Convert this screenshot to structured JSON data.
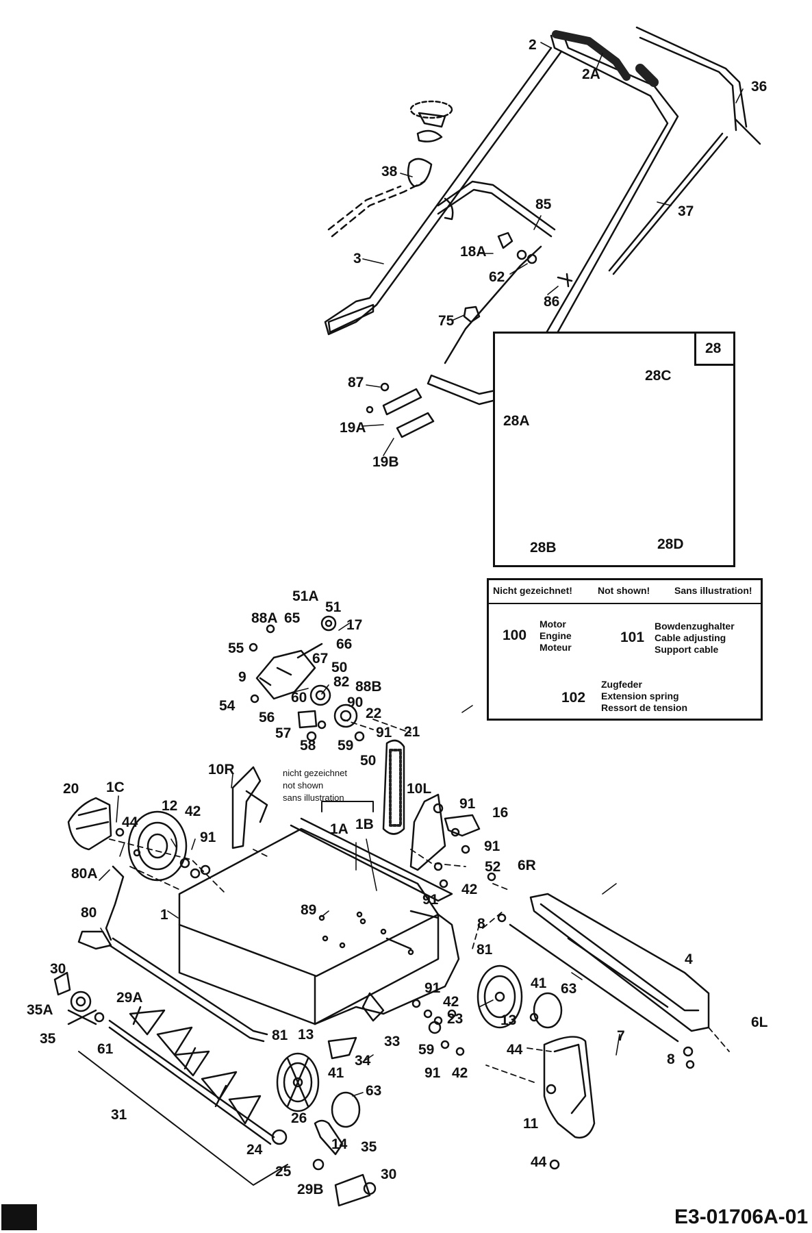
{
  "labels": [
    {
      "id": "p2",
      "text": "2"
    },
    {
      "id": "p2a",
      "text": "2A"
    },
    {
      "id": "p36",
      "text": "36"
    },
    {
      "id": "p38",
      "text": "38"
    },
    {
      "id": "p37",
      "text": "37"
    },
    {
      "id": "p85",
      "text": "85"
    },
    {
      "id": "p18a",
      "text": "18A"
    },
    {
      "id": "p3",
      "text": "3"
    },
    {
      "id": "p62",
      "text": "62"
    },
    {
      "id": "p86",
      "text": "86"
    },
    {
      "id": "p75",
      "text": "75"
    },
    {
      "id": "p87",
      "text": "87"
    },
    {
      "id": "p19a",
      "text": "19A"
    },
    {
      "id": "p19b",
      "text": "19B"
    },
    {
      "id": "p28c",
      "text": "28C"
    },
    {
      "id": "p28a",
      "text": "28A"
    },
    {
      "id": "p28b",
      "text": "28B"
    },
    {
      "id": "p28d",
      "text": "28D"
    },
    {
      "id": "p51a",
      "text": "51A"
    },
    {
      "id": "p51",
      "text": "51"
    },
    {
      "id": "p88a",
      "text": "88A"
    },
    {
      "id": "p65",
      "text": "65"
    },
    {
      "id": "p17",
      "text": "17"
    },
    {
      "id": "p55",
      "text": "55"
    },
    {
      "id": "p66",
      "text": "66"
    },
    {
      "id": "p67",
      "text": "67"
    },
    {
      "id": "p50a",
      "text": "50"
    },
    {
      "id": "p9",
      "text": "9"
    },
    {
      "id": "p82",
      "text": "82"
    },
    {
      "id": "p88b",
      "text": "88B"
    },
    {
      "id": "p60",
      "text": "60"
    },
    {
      "id": "p90",
      "text": "90"
    },
    {
      "id": "p54",
      "text": "54"
    },
    {
      "id": "p22",
      "text": "22"
    },
    {
      "id": "p56",
      "text": "56"
    },
    {
      "id": "p57",
      "text": "57"
    },
    {
      "id": "p91a",
      "text": "91"
    },
    {
      "id": "p58",
      "text": "58"
    },
    {
      "id": "p59a",
      "text": "59"
    },
    {
      "id": "p21",
      "text": "21"
    },
    {
      "id": "p50b",
      "text": "50"
    },
    {
      "id": "p10r",
      "text": "10R"
    },
    {
      "id": "p20",
      "text": "20"
    },
    {
      "id": "p1c",
      "text": "1C"
    },
    {
      "id": "p12",
      "text": "12"
    },
    {
      "id": "p42a",
      "text": "42"
    },
    {
      "id": "p44a",
      "text": "44"
    },
    {
      "id": "p91b",
      "text": "91"
    },
    {
      "id": "p10l",
      "text": "10L"
    },
    {
      "id": "p91c",
      "text": "91"
    },
    {
      "id": "p16",
      "text": "16"
    },
    {
      "id": "p1a",
      "text": "1A"
    },
    {
      "id": "p1b",
      "text": "1B"
    },
    {
      "id": "p91d",
      "text": "91"
    },
    {
      "id": "p52",
      "text": "52"
    },
    {
      "id": "p6r",
      "text": "6R"
    },
    {
      "id": "p80a",
      "text": "80A"
    },
    {
      "id": "p42b",
      "text": "42"
    },
    {
      "id": "p91e",
      "text": "91"
    },
    {
      "id": "p80",
      "text": "80"
    },
    {
      "id": "p1",
      "text": "1"
    },
    {
      "id": "p89",
      "text": "89"
    },
    {
      "id": "p8a",
      "text": "8"
    },
    {
      "id": "p81a",
      "text": "81"
    },
    {
      "id": "p4",
      "text": "4"
    },
    {
      "id": "p30a",
      "text": "30"
    },
    {
      "id": "p29a",
      "text": "29A"
    },
    {
      "id": "p35aa",
      "text": "35A"
    },
    {
      "id": "p41a",
      "text": "41"
    },
    {
      "id": "p91f",
      "text": "91"
    },
    {
      "id": "p42c",
      "text": "42"
    },
    {
      "id": "p63a",
      "text": "63"
    },
    {
      "id": "p35a",
      "text": "35"
    },
    {
      "id": "p23",
      "text": "23"
    },
    {
      "id": "p13a",
      "text": "13"
    },
    {
      "id": "p61",
      "text": "61"
    },
    {
      "id": "p81b",
      "text": "81"
    },
    {
      "id": "p13b",
      "text": "13"
    },
    {
      "id": "p33",
      "text": "33"
    },
    {
      "id": "p7",
      "text": "7"
    },
    {
      "id": "p6l",
      "text": "6L"
    },
    {
      "id": "p34",
      "text": "34"
    },
    {
      "id": "p59b",
      "text": "59"
    },
    {
      "id": "p44b",
      "text": "44"
    },
    {
      "id": "p91g",
      "text": "91"
    },
    {
      "id": "p42d",
      "text": "42"
    },
    {
      "id": "p8b",
      "text": "8"
    },
    {
      "id": "p41b",
      "text": "41"
    },
    {
      "id": "p63b",
      "text": "63"
    },
    {
      "id": "p31",
      "text": "31"
    },
    {
      "id": "p26",
      "text": "26"
    },
    {
      "id": "p11",
      "text": "11"
    },
    {
      "id": "p24",
      "text": "24"
    },
    {
      "id": "p14",
      "text": "14"
    },
    {
      "id": "p35b",
      "text": "35"
    },
    {
      "id": "p25",
      "text": "25"
    },
    {
      "id": "p44c",
      "text": "44"
    },
    {
      "id": "p30b",
      "text": "30"
    },
    {
      "id": "p29b",
      "text": "29B"
    }
  ],
  "inset": {
    "number": "28"
  },
  "not_shown_table": {
    "header": [
      "Nicht gezeichnet!",
      "Not shown!",
      "Sans illustration!"
    ],
    "rows": [
      {
        "num": "100",
        "lines": [
          "Motor",
          "Engine",
          "Moteur"
        ]
      },
      {
        "num": "101",
        "lines": [
          "Bowdenzughalter",
          "Cable adjusting",
          "Support cable"
        ]
      },
      {
        "num": "102",
        "lines": [
          "Zugfeder",
          "Extension spring",
          "Ressort de tension"
        ]
      }
    ]
  },
  "note": {
    "lines": [
      "nicht gezeichnet",
      "not shown",
      "sans illustration"
    ]
  },
  "footer": {
    "code": "E3-01706A-01"
  }
}
